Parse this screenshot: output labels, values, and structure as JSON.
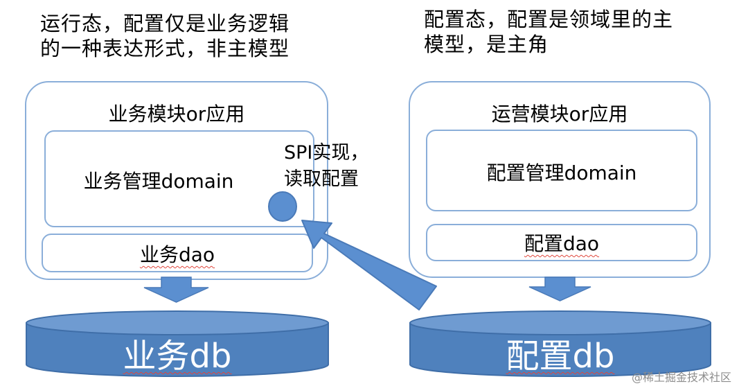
{
  "captions": {
    "left": "运行态，配置仅是业务逻辑\n的一种表达形式，非主模型",
    "right": "配置态，配置是领域里的主\n模型，是主角"
  },
  "business_module": {
    "title": "业务模块or应用",
    "domain_label": "业务管理domain",
    "dao_label": "业务dao",
    "spi_label": "SPI实现，\n读取配置"
  },
  "operations_module": {
    "title": "运营模块or应用",
    "domain_label": "配置管理domain",
    "dao_label": "配置dao"
  },
  "databases": {
    "business": "业务db",
    "config": "配置db"
  },
  "watermark": "@稀土掘金技术社区",
  "colors": {
    "box_border": "#8aaed9",
    "arrow_fill": "#5b8fd0",
    "arrow_stroke": "#4a7ab8",
    "db_fill": "#4f81bd",
    "db_top": "#6f9bd1",
    "spi_circle": "#5b8fd0"
  }
}
